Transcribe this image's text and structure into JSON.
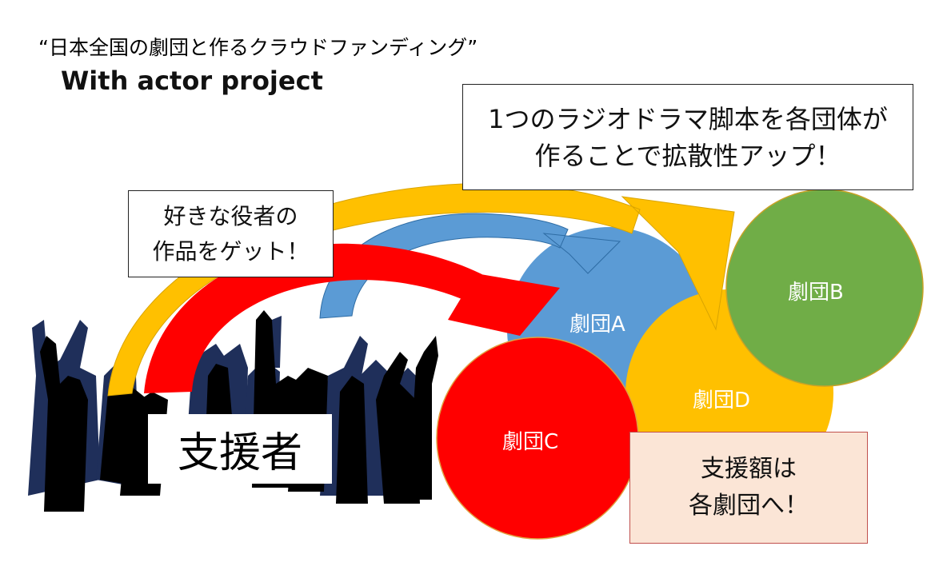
{
  "header": {
    "title": "“日本全国の劇団と作るクラウドファンディング”",
    "subtitle": "With actor project"
  },
  "callouts": {
    "spread_line1": "1つのラジオドラマ脚本を各団体が",
    "spread_line2": "作ることで拡散性アップ！",
    "get_line1": "好きな役者の",
    "get_line2": "作品をゲット！",
    "funds_line1": "支援額は",
    "funds_line2": "各劇団へ！"
  },
  "supporters_label": "支援者",
  "troupes": {
    "a": {
      "label": "劇団A",
      "color": "#5b9bd5"
    },
    "b": {
      "label": "劇団B",
      "color": "#70ad47"
    },
    "c": {
      "label": "劇団C",
      "color": "#ff0000"
    },
    "d": {
      "label": "劇団D",
      "color": "#ffc000"
    }
  }
}
